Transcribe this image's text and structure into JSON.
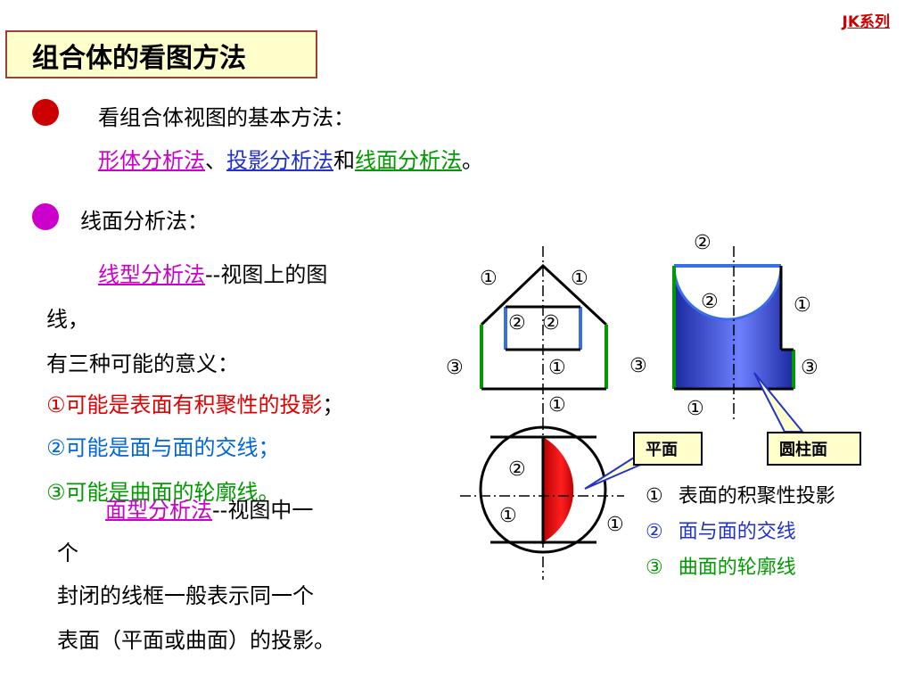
{
  "corner_label": "JK系列",
  "title": "组合体的看图方法",
  "section1": {
    "heading": "看组合体视图的基本方法：",
    "method1": "形体分析法",
    "sep1": "、",
    "method2": "投影分析法",
    "sep2": "和",
    "method3": "线面分析法",
    "end": "。"
  },
  "section2": {
    "heading": "线面分析法：",
    "line_type_link": "线型分析法",
    "line_type_rest": "--视图上的图",
    "line_type_wrap": "线，",
    "three_meanings": "有三种可能的意义：",
    "meaning1": "①可能是表面有积聚性的投影",
    "meaning1_end": "；",
    "meaning2": "②可能是面与面的交线",
    "meaning2_end": "；",
    "meaning3": "③可能是曲面的轮廓线",
    "meaning3_end": "。",
    "face_type_link": "面型分析法",
    "face_type_rest": "--视图中一",
    "face_type_wrap": "个",
    "face_line2": "封闭的线框一般表示同一个",
    "face_line3": "表面（平面或曲面）的投影。"
  },
  "figure": {
    "labels": {
      "c1": "①",
      "c2": "②",
      "c3": "③"
    },
    "callout_plane": "平面",
    "callout_cylinder": "圆柱面",
    "colors": {
      "black_line": "#000000",
      "blue_line": "#3a6ee8",
      "green_line": "#009900",
      "cylinder_fill": "#3344cc",
      "half_fill": "#dd0000",
      "callout_bg": "#ffffcc"
    }
  },
  "legend": [
    {
      "num": "①",
      "text": "表面的积聚性投影"
    },
    {
      "num": "②",
      "text": "面与面的交线"
    },
    {
      "num": "③",
      "text": "曲面的轮廓线"
    }
  ]
}
